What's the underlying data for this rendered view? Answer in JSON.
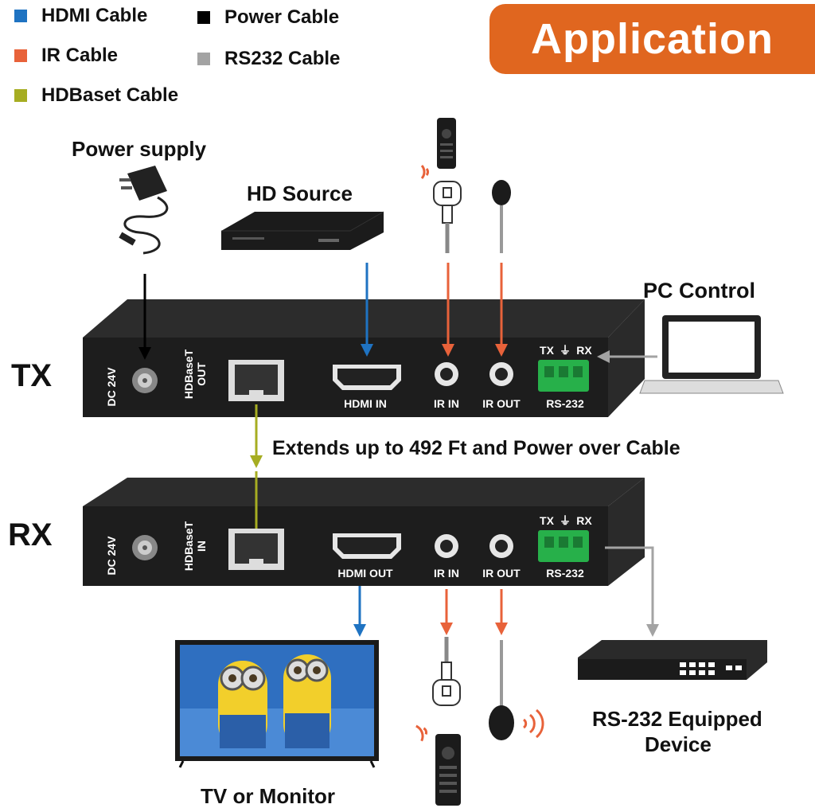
{
  "legend": [
    {
      "label": "HDMI Cable",
      "color": "#1f73c2"
    },
    {
      "label": "IR Cable",
      "color": "#e8623a"
    },
    {
      "label": "HDBaset Cable",
      "color": "#a6ad22"
    },
    {
      "label": "Power Cable",
      "color": "#000000"
    },
    {
      "label": "RS232 Cable",
      "color": "#a3a3a3"
    }
  ],
  "banner": {
    "title": "Application"
  },
  "labels": {
    "power_supply": "Power supply",
    "hd_source": "HD Source",
    "pc_control": "PC Control",
    "tx": "TX",
    "rx": "RX",
    "extends": "Extends up to 492 Ft and Power over Cable",
    "tv": "TV or Monitor",
    "rs232_device_line1": "RS-232 Equipped",
    "rs232_device_line2": "Device"
  },
  "tx_ports": {
    "dc": "DC 24V",
    "hdbaset_1": "HDBaseT",
    "hdbaset_2": "OUT",
    "hdmi": "HDMI IN",
    "ir_in": "IR IN",
    "ir_out": "IR OUT",
    "rs232": "RS-232",
    "tx": "TX",
    "rx": "RX"
  },
  "rx_ports": {
    "dc": "DC 24V",
    "hdbaset_1": "HDBaseT",
    "hdbaset_2": "IN",
    "hdmi": "HDMI OUT",
    "ir_in": "IR IN",
    "ir_out": "IR OUT",
    "rs232": "RS-232",
    "tx": "TX",
    "rx": "RX"
  }
}
